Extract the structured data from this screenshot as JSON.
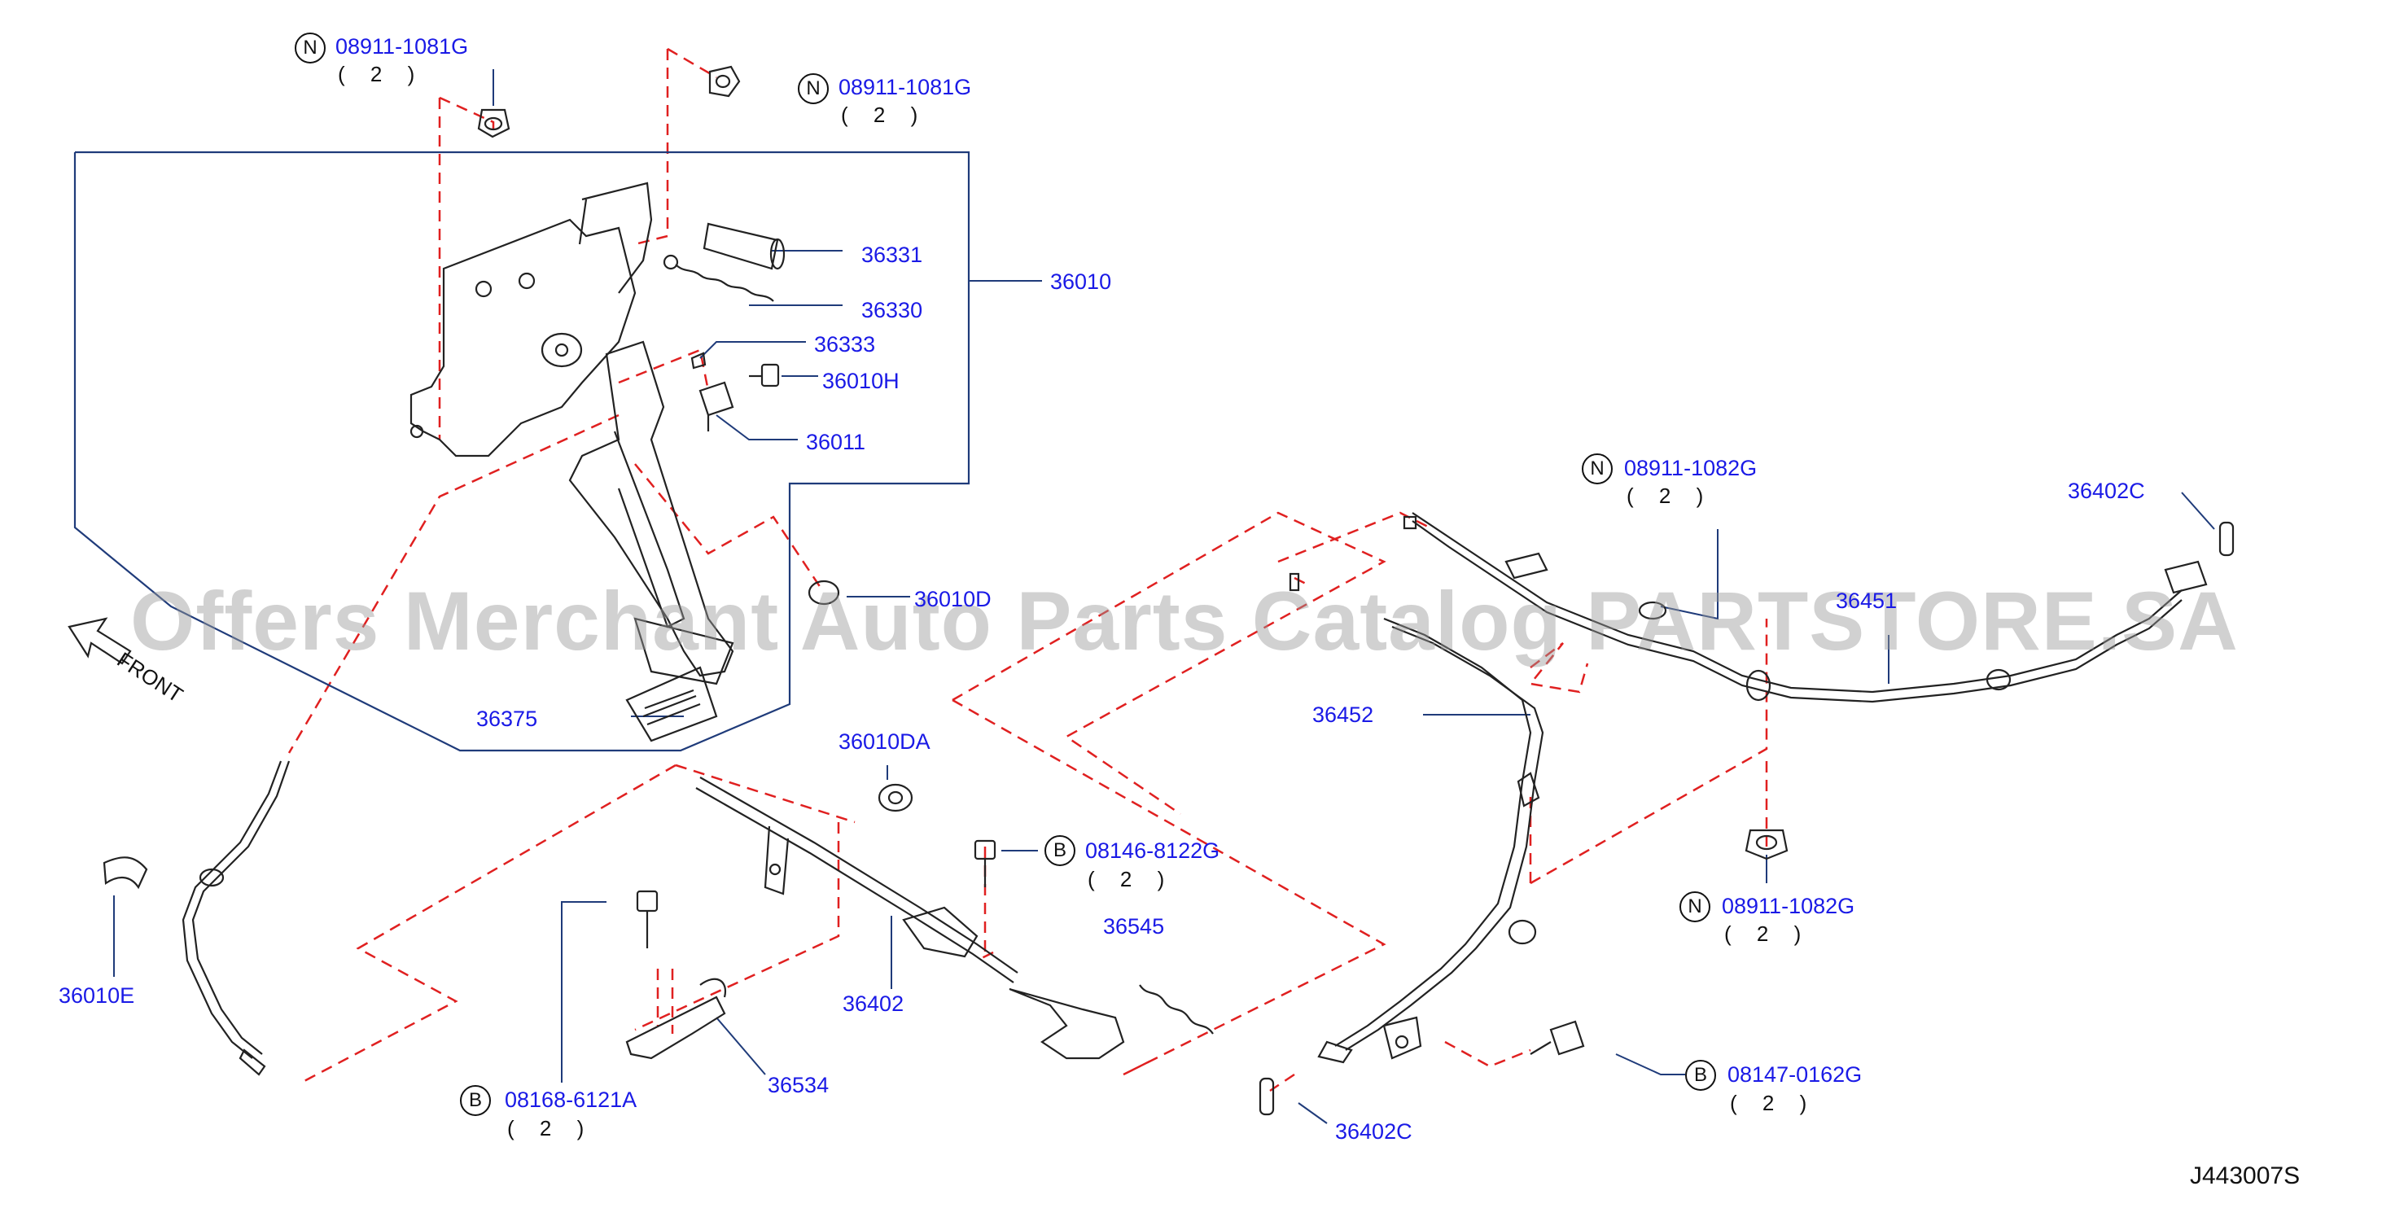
{
  "diagram_code": "J443007S",
  "watermark": "Offers Merchant Auto Parts Catalog PARTSTORE.SA",
  "front_label": "FRONT",
  "callouts": {
    "nut_top_left": {
      "badge": "N",
      "part": "08911-1081G",
      "qty": "( 2 )"
    },
    "nut_top_mid": {
      "badge": "N",
      "part": "08911-1081G",
      "qty": "( 2 )"
    },
    "pedal_assembly": {
      "part": "36010"
    },
    "sleeve": {
      "part": "36331"
    },
    "spring_return": {
      "part": "36330"
    },
    "pin": {
      "part": "36333"
    },
    "bolt": {
      "part": "36010H"
    },
    "switch_bracket": {
      "part": "36011"
    },
    "nut_pedal": {
      "part": "36010D"
    },
    "pedal_pad": {
      "part": "36375"
    },
    "clip_front": {
      "part": "36010E"
    },
    "bushing": {
      "part": "36010DA"
    },
    "bolt_b1": {
      "badge": "B",
      "part": "08146-8122G",
      "qty": "( 2 )"
    },
    "spring_cable": {
      "part": "36545"
    },
    "front_cable": {
      "part": "36402"
    },
    "bracket_lower": {
      "part": "36534"
    },
    "bolt_b2": {
      "badge": "B",
      "part": "08168-6121A",
      "qty": "( 2 )"
    },
    "rear_cable_left": {
      "part": "36452"
    },
    "nut_right_top": {
      "badge": "N",
      "part": "08911-1082G",
      "qty": "( 2 )"
    },
    "pin_right": {
      "part": "36402C"
    },
    "rear_cable_right": {
      "part": "36451"
    },
    "nut_right_lower": {
      "badge": "N",
      "part": "08911-1082G",
      "qty": "( 2 )"
    },
    "bolt_b3": {
      "badge": "B",
      "part": "08147-0162G",
      "qty": "( 2 )"
    },
    "pin_bottom": {
      "part": "36402C"
    }
  }
}
